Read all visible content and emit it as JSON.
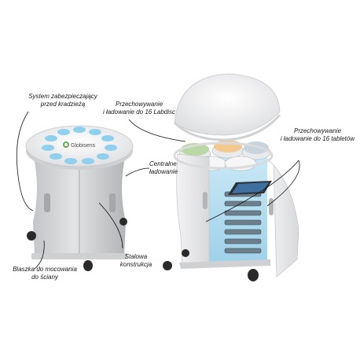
{
  "labels": {
    "security": "System zabezpieczający\nprzed kradzieżą",
    "central_charging": "Centralne\nładowanie",
    "wall_plate": "Blaszka do mocowania\ndo ściany",
    "steel": "Stalowa\nkonstrukcja",
    "labdisc_storage": "Przechowywanie\ni ładowanie do 16 Labdisc",
    "tablet_storage": "Przechowywanie\ni ładowanie do 16 tabletów"
  },
  "logo_text": "Globisens",
  "colors": {
    "body": "#d6d7d9",
    "body_shadow": "#b9babd",
    "lid": "#f4f5f6",
    "accent_blue": "#8fd0ee",
    "inner_blue": "#a9d8ec",
    "wheel": "#2a2a2a"
  }
}
